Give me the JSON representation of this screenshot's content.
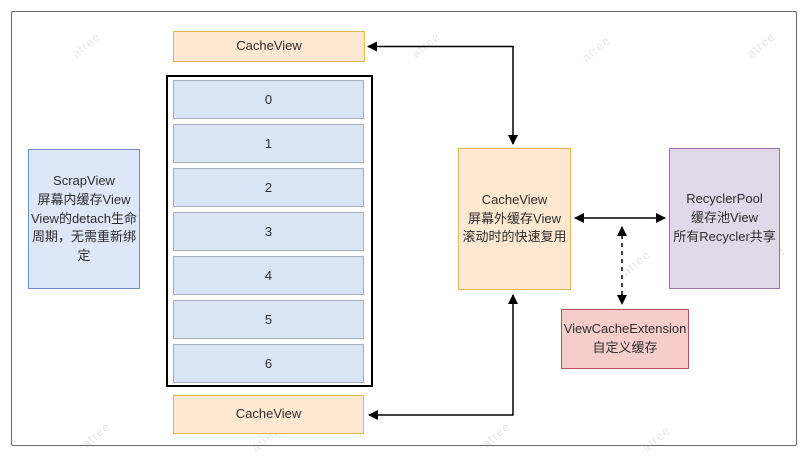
{
  "watermark": {
    "text": "atree"
  },
  "colors": {
    "orange_fill": "#ffe8d1",
    "orange_stroke": "#ddba4e",
    "blue_fill": "#dde7f8",
    "blue_stroke": "#6c8ebf",
    "list_item_fill": "#d9e4f5",
    "list_item_stroke": "#a7afbc",
    "purple_fill": "#e3d7ea",
    "purple_stroke": "#9673a6",
    "pink_fill": "#f6cdcb",
    "pink_stroke": "#b85450",
    "arrow": "#000000",
    "frame": "#686868"
  },
  "boxes": {
    "top_cache": {
      "label": "CacheView"
    },
    "bottom_cache": {
      "label": "CacheView"
    },
    "scrap": {
      "text": "ScrapView\n屏幕内缓存View\nView的detach生命\n周期，无需重新绑定"
    },
    "mid_cache": {
      "text": "CacheView\n屏幕外缓存View\n滚动时的快速复用"
    },
    "recycler_pool": {
      "text": "RecyclerPool\n缓存池View\n所有Recycler共享"
    },
    "view_cache_ext": {
      "text": "ViewCacheExtension\n自定义缓存"
    }
  },
  "list": {
    "items": [
      "0",
      "1",
      "2",
      "3",
      "4",
      "5",
      "6"
    ]
  }
}
